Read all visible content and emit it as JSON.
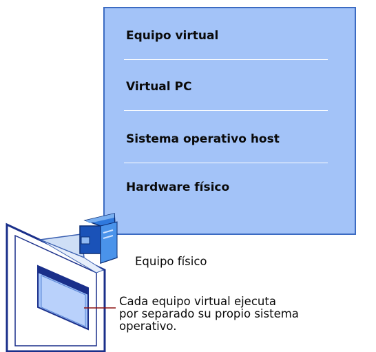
{
  "stack": {
    "layers": [
      "Equipo virtual",
      "Virtual PC",
      "Sistema operativo host",
      "Hardware físico"
    ]
  },
  "labels": {
    "physical_computer": "Equipo físico",
    "note_lines": [
      "Cada equipo virtual ejecuta",
      "por separado su propio sistema",
      "operativo."
    ]
  },
  "colors": {
    "stack_fill": "#a3c3f8",
    "stack_border": "#3c6bc2",
    "divider": "#ffffff",
    "frame_border": "#1a2f8a",
    "inner_window_fill": "#a3c3f8",
    "leader_line": "#8b1010"
  },
  "icons": {
    "computer": "tower-computer-icon"
  }
}
